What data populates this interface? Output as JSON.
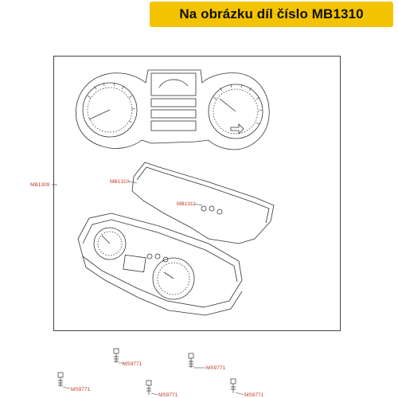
{
  "banner": {
    "text": "Na obrázku díl číslo MB1310",
    "color": "#f3c300"
  },
  "callouts": {
    "mb1309": "MB1309",
    "mb1310": "MB1310",
    "mb1311": "MB1311",
    "ms9771_a": "MS9771",
    "ms9771_b": "MS9771",
    "ms9771_c": "MS9771",
    "ms9771_d": "MS9771",
    "ms9771_e": "MS9771"
  },
  "colors": {
    "callout": "#c0392b",
    "line": "#333333"
  }
}
